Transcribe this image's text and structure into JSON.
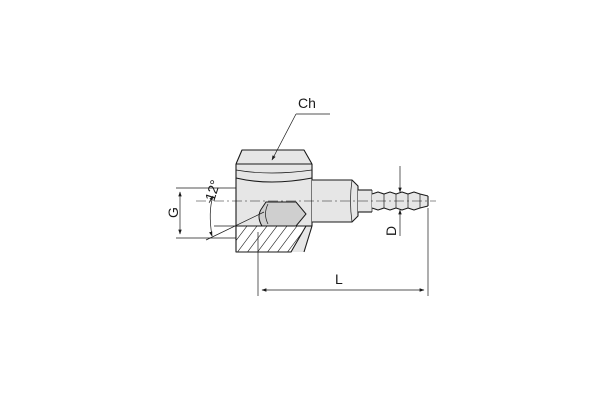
{
  "labels": {
    "wrench_size": "Ch",
    "thread": "G",
    "angle": "12°",
    "hose_diameter": "D",
    "length": "L"
  }
}
